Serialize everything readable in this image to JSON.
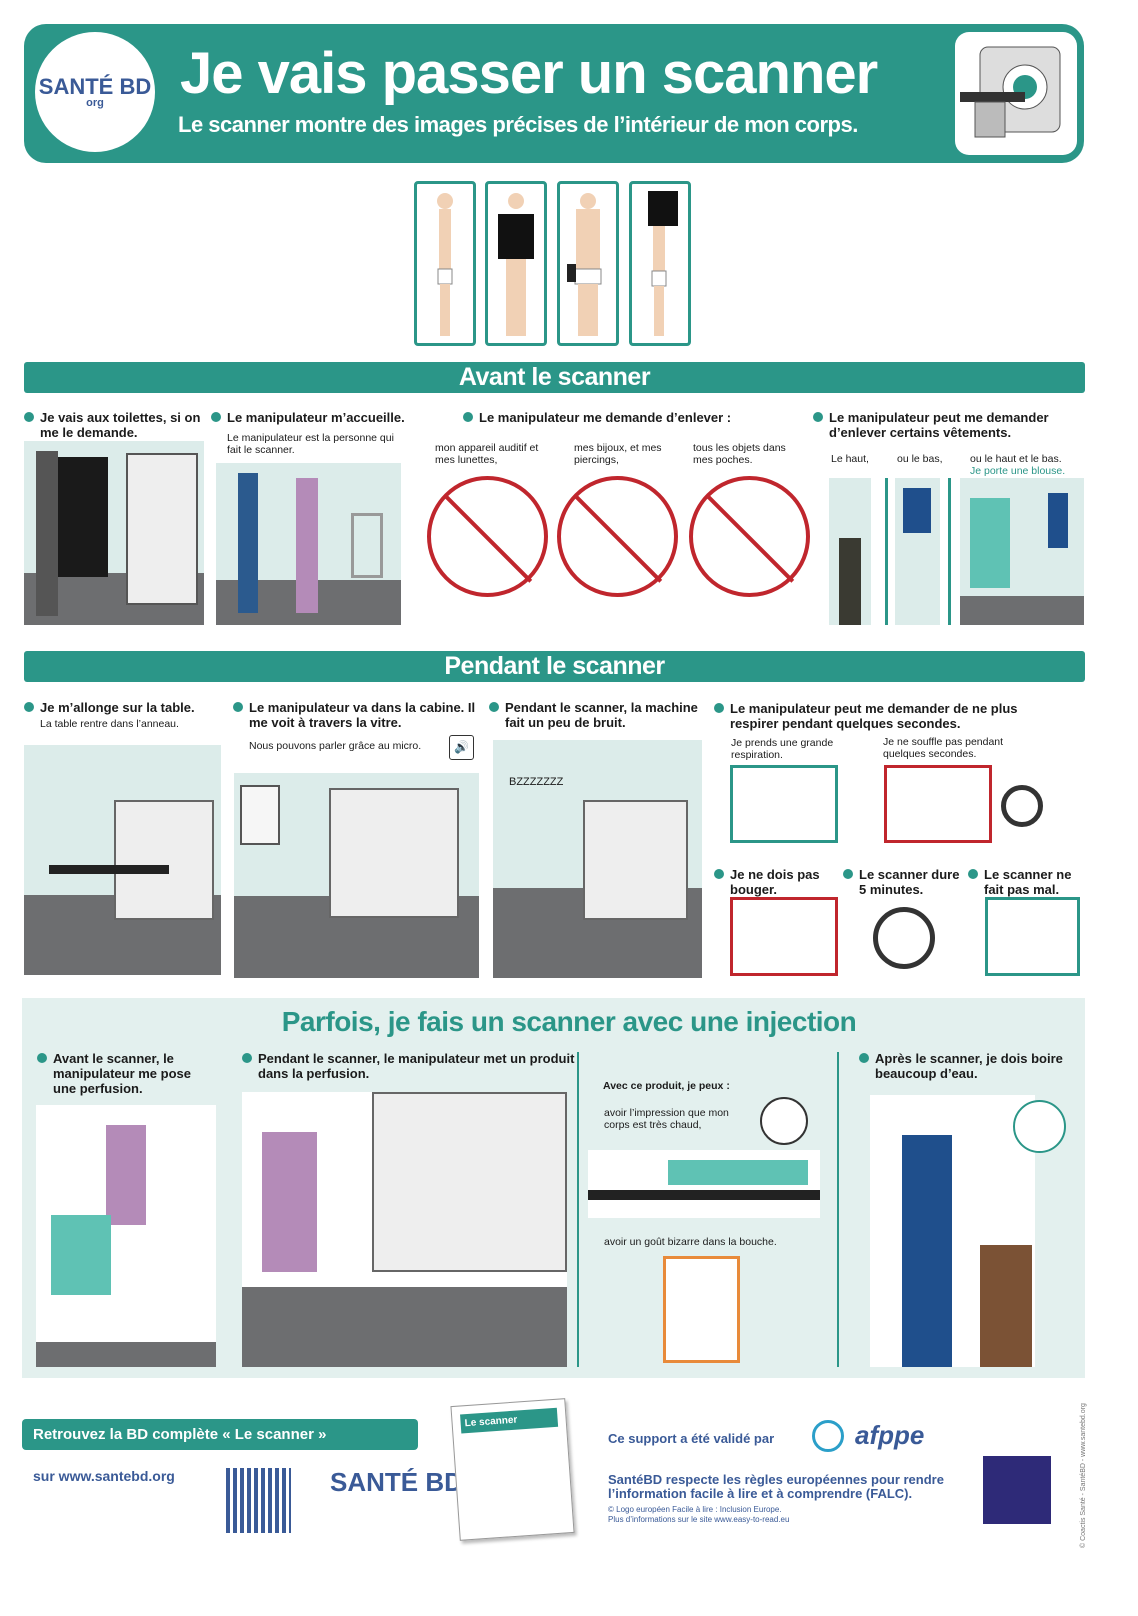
{
  "header": {
    "logo_text": "SANTÉ BD",
    "logo_sub": "org",
    "title": "Je vais passer un scanner",
    "subtitle": "Le scanner montre des images précises de l’intérieur de mon corps."
  },
  "avant": {
    "title": "Avant le scanner",
    "toilettes": {
      "heading": "Je vais aux toilettes, si on me le demande."
    },
    "accueil": {
      "heading": "Le manipulateur m’accueille.",
      "sub": "Le manipulateur est la personne qui fait le scanner."
    },
    "enlever": {
      "heading": "Le manipulateur me demande d’enlever :",
      "items": [
        "mon appareil auditif et mes lunettes,",
        "mes bijoux, et mes piercings,",
        "tous les objets dans mes poches."
      ]
    },
    "vetements": {
      "heading": "Le manipulateur peut me demander d’enlever certains vêtements.",
      "items": [
        "Le haut,",
        "ou le bas,",
        "ou le haut et le bas."
      ],
      "note": "Je porte une blouse."
    }
  },
  "pendant": {
    "title": "Pendant le scanner",
    "table": {
      "heading": "Je m’allonge sur la table.",
      "sub": "La table rentre dans l’anneau."
    },
    "cabine": {
      "heading": "Le manipulateur va dans la cabine. Il me voit à travers la vitre.",
      "sub": "Nous pouvons parler grâce au micro."
    },
    "bruit": {
      "heading": "Pendant le scanner, la machine fait un peu de bruit.",
      "sound": "BZZZZZZZ"
    },
    "respirer": {
      "heading": "Le manipulateur peut me demander de ne plus respirer pendant quelques secondes.",
      "items": [
        "Je prends une grande respiration.",
        "Je ne souffle pas pendant quelques secondes."
      ]
    },
    "bouger": "Je ne dois pas bouger.",
    "duree": "Le scanner dure 5 minutes.",
    "mal": "Le scanner ne fait pas mal."
  },
  "injection": {
    "title": "Parfois, je fais un scanner avec une injection",
    "avant": "Avant le scanner, le manipulateur me pose une perfusion.",
    "pendant": "Pendant le scanner, le manipulateur met un produit dans la perfusion.",
    "effets_title": "Avec ce produit, je peux :",
    "effets": [
      "avoir l’impression que mon corps est très chaud,",
      "avoir un goût bizarre dans la bouche."
    ],
    "apres": "Après le scanner, je dois boire beaucoup d’eau."
  },
  "footer": {
    "bd_button": "Retrouvez la BD complète « Le scanner »",
    "site": "sur www.santebd.org",
    "booklet_title": "Le scanner",
    "validated": "Ce support a été validé par",
    "afppe": "afppe",
    "falc": "SantéBD respecte les règles européennes pour rendre l’information facile à lire et à comprendre (FALC).",
    "logo_credit": "© Logo européen Facile à lire : Inclusion Europe.",
    "more_info": "Plus d’informations sur le site www.easy-to-read.eu",
    "copyright": "© Coactis Santé - SantéBD - www.santebd.org"
  },
  "colors": {
    "teal": "#2b9688",
    "red": "#c0262d",
    "blue": "#3a5a97",
    "light": "#dcecea"
  }
}
